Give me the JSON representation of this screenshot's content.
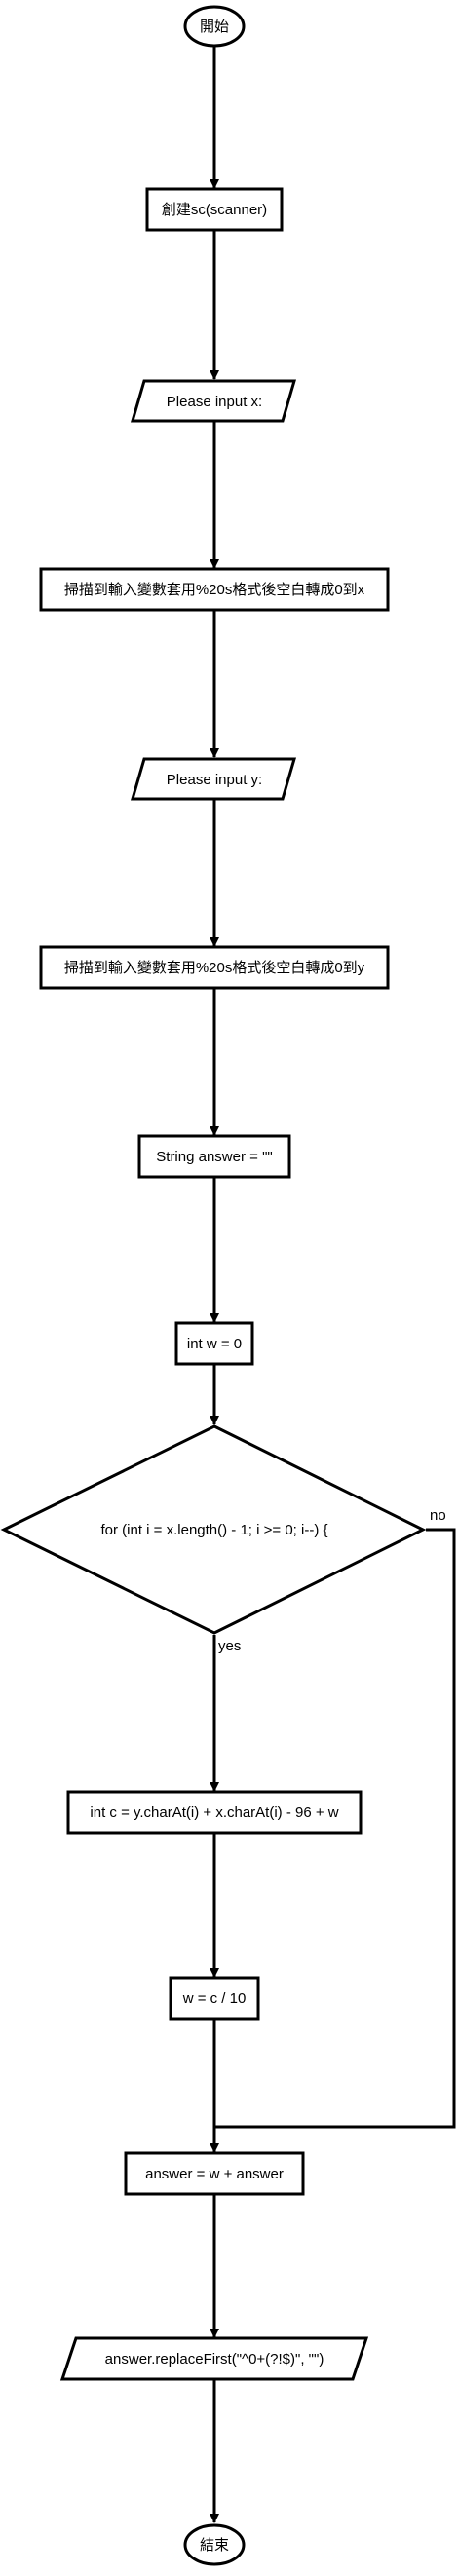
{
  "flowchart": {
    "start": "開始",
    "create_scanner": "創建sc(scanner)",
    "prompt_x": "Please input x:",
    "scan_x": "掃描到輸入變數套用%20s格式後空白轉成0到x",
    "prompt_y": "Please input y:",
    "scan_y": "掃描到輸入變數套用%20s格式後空白轉成0到y",
    "init_answer": "String answer = \"\"",
    "init_w": "int w = 0",
    "loop_condition": "for (int i = x.length() - 1; i >= 0; i--) {",
    "branch_yes": "yes",
    "branch_no": "no",
    "compute_c": "int c = y.charAt(i) + x.charAt(i) - 96 + w",
    "compute_w": "w = c / 10",
    "update_answer": "answer = w + answer",
    "output": "answer.replaceFirst(\"^0+(?!$)\", \"\")",
    "end": "結束"
  }
}
